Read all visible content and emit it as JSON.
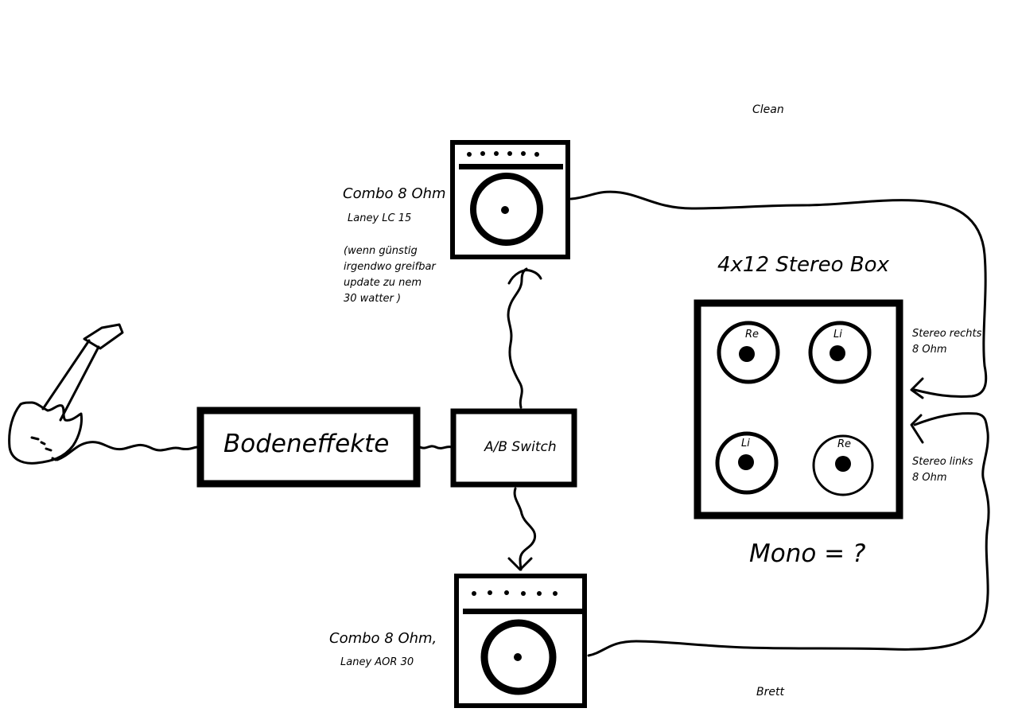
{
  "labels": {
    "clean": "Clean",
    "brett": "Brett",
    "combo_top_title": "Combo 8 Ohm",
    "combo_top_model": "Laney LC 15",
    "combo_top_note": "(wenn günstig\nirgendwo greifbar\nupdate zu nem\n30 watter )",
    "combo_bottom_title": "Combo 8 Ohm,",
    "combo_bottom_model": "Laney AOR 30",
    "cab_title": "4x12 Stereo Box",
    "mono": "Mono = ?",
    "stereo_right": "Stereo rechts\n8 Ohm",
    "stereo_left": "Stereo links\n8 Ohm",
    "speaker_tl": "Re",
    "speaker_tr": "Li",
    "speaker_bl": "Li",
    "speaker_br": "Re"
  },
  "blocks": {
    "pedals": "Bodeneffekte",
    "ab_switch": "A/B Switch"
  },
  "icons": {
    "guitar": "guitar-icon",
    "amp": "combo-amp-icon",
    "speaker": "speaker-icon"
  },
  "colors": {
    "ink": "#000000",
    "paper": "#ffffff"
  }
}
